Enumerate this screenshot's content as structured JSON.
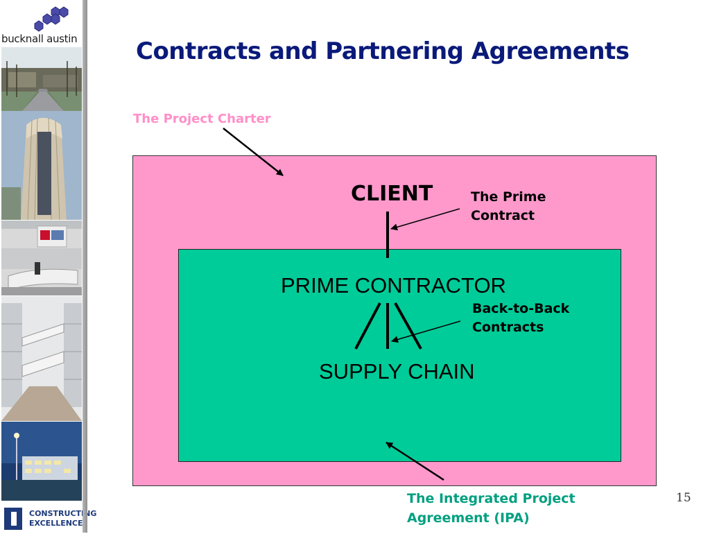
{
  "brand": {
    "company_name": "bucknall austin",
    "partner_line1": "CONSTRUCTING",
    "partner_line2": "EXCELLENCE"
  },
  "slide": {
    "title": "Contracts and Partnering Agreements",
    "page_number": "15"
  },
  "diagram": {
    "project_charter_label": "The Project Charter",
    "client_label": "CLIENT",
    "prime_contract_line1": "The Prime",
    "prime_contract_line2": "Contract",
    "prime_contractor_label": "PRIME CONTRACTOR",
    "back_to_back_line1": "Back-to-Back",
    "back_to_back_line2": "Contracts",
    "supply_chain_label": "SUPPLY CHAIN",
    "ipa_line1": "The Integrated Project",
    "ipa_line2": "Agreement (IPA)"
  },
  "colors": {
    "title": "#0a1a7a",
    "charter_box": "#ff99cc",
    "ipa_box": "#00cc99",
    "charter_label": "#ff8fc8",
    "ipa_label": "#00a080"
  }
}
